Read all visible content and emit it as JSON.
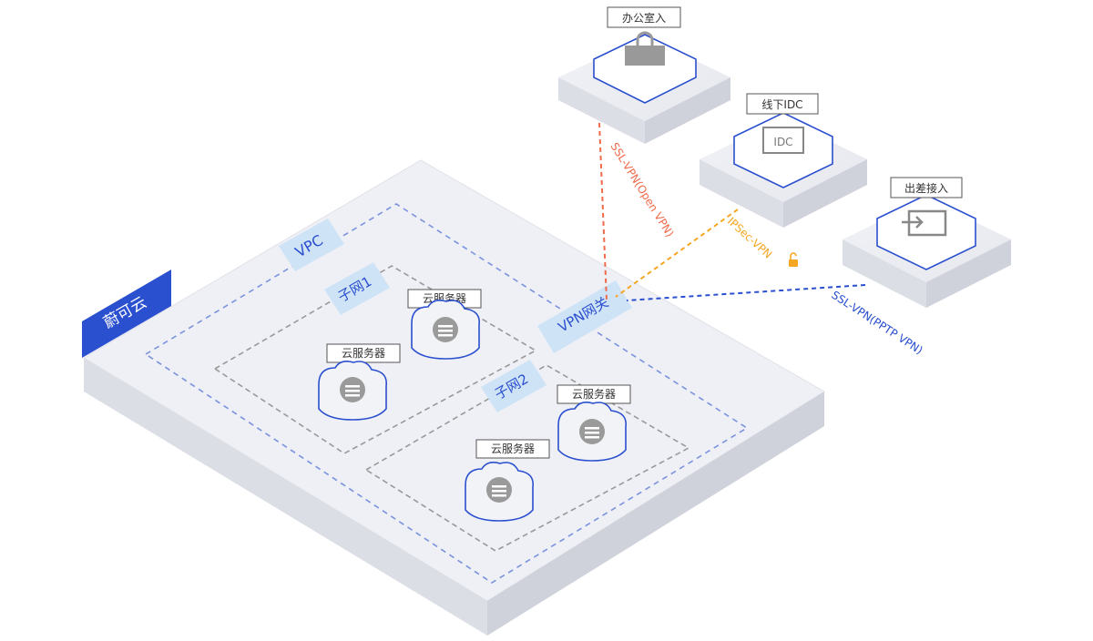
{
  "platform": {
    "label": "蔚可云",
    "color": "#2a4fcf"
  },
  "vpc": {
    "label": "VPC"
  },
  "subnets": [
    {
      "label": "子网1"
    },
    {
      "label": "子网2"
    }
  ],
  "servers": [
    {
      "label": "云服务器",
      "icon": "cloud-server-icon"
    },
    {
      "label": "云服务器",
      "icon": "cloud-server-icon"
    },
    {
      "label": "云服务器",
      "icon": "cloud-server-icon"
    },
    {
      "label": "云服务器",
      "icon": "cloud-server-icon"
    }
  ],
  "gateway": {
    "label": "VPN网关"
  },
  "endpoints": [
    {
      "label": "办公室入",
      "icon": "lock-icon"
    },
    {
      "label": "线下IDC",
      "icon": "idc-icon"
    },
    {
      "label": "出差接入",
      "icon": "login-icon"
    }
  ],
  "connections": [
    {
      "label": "SSL-VPN(Open VPN)",
      "color": "#f06a4a",
      "from": "endpoint-office"
    },
    {
      "label": "IPSec-VPN",
      "color": "#f5a623",
      "from": "endpoint-idc",
      "icon": "padlock-icon"
    },
    {
      "label": "SSL-VPN(PPTP VPN)",
      "color": "#2a4fcf",
      "from": "endpoint-travel"
    }
  ],
  "colors": {
    "box_border": "#2a4fcf",
    "subnet_dash": "#999999",
    "vpc_dash": "#7b93de",
    "label_chip": "#cfe3f7"
  }
}
